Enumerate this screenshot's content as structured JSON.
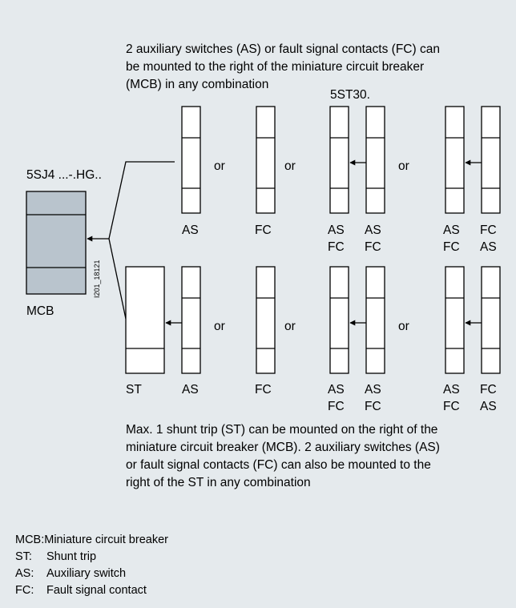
{
  "colors": {
    "background": "#e5eaed",
    "mcb_fill": "#b9c4cd",
    "module_fill": "#ffffff",
    "stroke": "#000000"
  },
  "top_caption": [
    "2 auxiliary switches (AS) or fault signal contacts (FC) can",
    "be mounted to the right of the miniature circuit breaker",
    "(MCB) in any combination"
  ],
  "model_label": "5ST30.",
  "mcb_model": "5SJ4 ...-.HG..",
  "mcb_label": "MCB",
  "figure_id": "I201_18121",
  "or_label": "or",
  "labels": {
    "as": "AS",
    "fc": "FC",
    "st": "ST"
  },
  "bottom_caption": [
    "Max. 1 shunt trip (ST) can be mounted on the right of the",
    "miniature circuit breaker (MCB). 2 auxiliary switches (AS)",
    "or fault signal contacts (FC) can also be mounted to the",
    "right of the ST in any combination"
  ],
  "legend": [
    {
      "key": "MCB:",
      "text": "Miniature circuit breaker"
    },
    {
      "key": "ST:",
      "text": "Shunt trip"
    },
    {
      "key": "AS:",
      "text": "Auxiliary switch"
    },
    {
      "key": "FC:",
      "text": "Fault signal contact"
    }
  ]
}
